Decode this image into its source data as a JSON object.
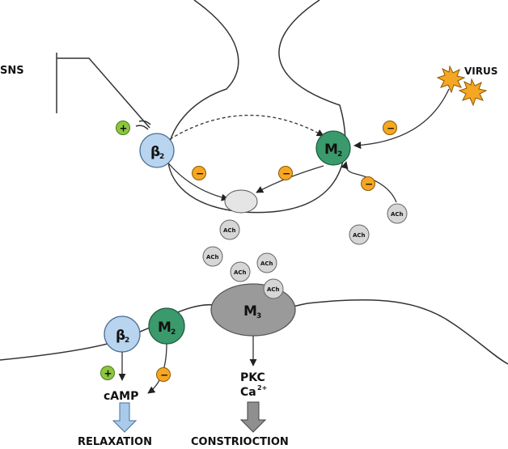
{
  "labels": {
    "sns": "SNS",
    "virus": "VIRUS",
    "camp": "cAMP",
    "pkc": "PKC",
    "ca": "Ca",
    "ca_sup": "2+",
    "relaxation": "RELAXATION",
    "constriction": "CONSTRIOCTION"
  },
  "receptors": {
    "beta_top": {
      "symbol": "β",
      "sub": "2"
    },
    "m2_top": {
      "symbol": "M",
      "sub": "2"
    },
    "beta_bottom": {
      "symbol": "β",
      "sub": "2"
    },
    "m2_bottom": {
      "symbol": "M",
      "sub": "2"
    },
    "m3": {
      "symbol": "M",
      "sub": "3"
    }
  },
  "ach_label": "ACh",
  "signs": {
    "plus": "+",
    "minus": "−"
  },
  "colors": {
    "beta": "#b8d4ef",
    "m2": "#3a9a6c",
    "m3": "#9a9a9a",
    "ach": "#d6d6d6",
    "plus": "#8dc63f",
    "minus": "#f5a623",
    "relax_arrow": "#a9cbeb",
    "constrict_arrow": "#8f8f8f"
  }
}
